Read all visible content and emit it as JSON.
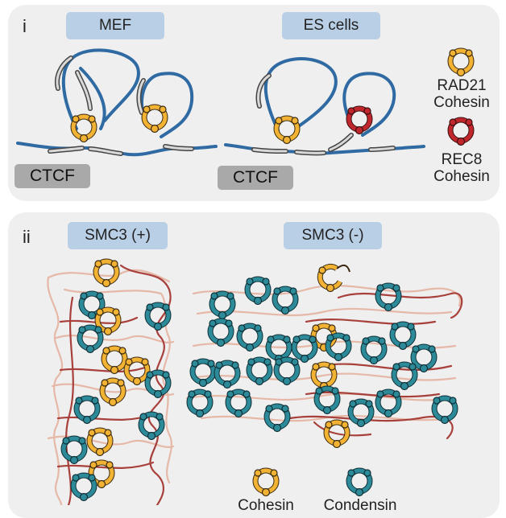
{
  "panel_i": {
    "label": "i",
    "left_title": "MEF",
    "right_title": "ES cells",
    "ctcf_left": "CTCF",
    "ctcf_right": "CTCF",
    "legend": {
      "rad21_line1": "RAD21",
      "rad21_line2": "Cohesin",
      "rec8_line1": "REC8",
      "rec8_line2": "Cohesin"
    }
  },
  "panel_ii": {
    "label": "ii",
    "left_title": "SMC3 (+)",
    "right_title": "SMC3 (-)",
    "legend": {
      "cohesin": "Cohesin",
      "condensin": "Condensin"
    }
  },
  "colors": {
    "rad21": "#f2b233",
    "rec8": "#c0272d",
    "condensin": "#2d8a99",
    "dna_blue": "#2f6aa3",
    "ctcf_gray": "#a9a9a9",
    "title_blue": "#b9cfe6",
    "chromatin_light": "#e6b8a8",
    "chromatin_dark": "#a8403c"
  }
}
